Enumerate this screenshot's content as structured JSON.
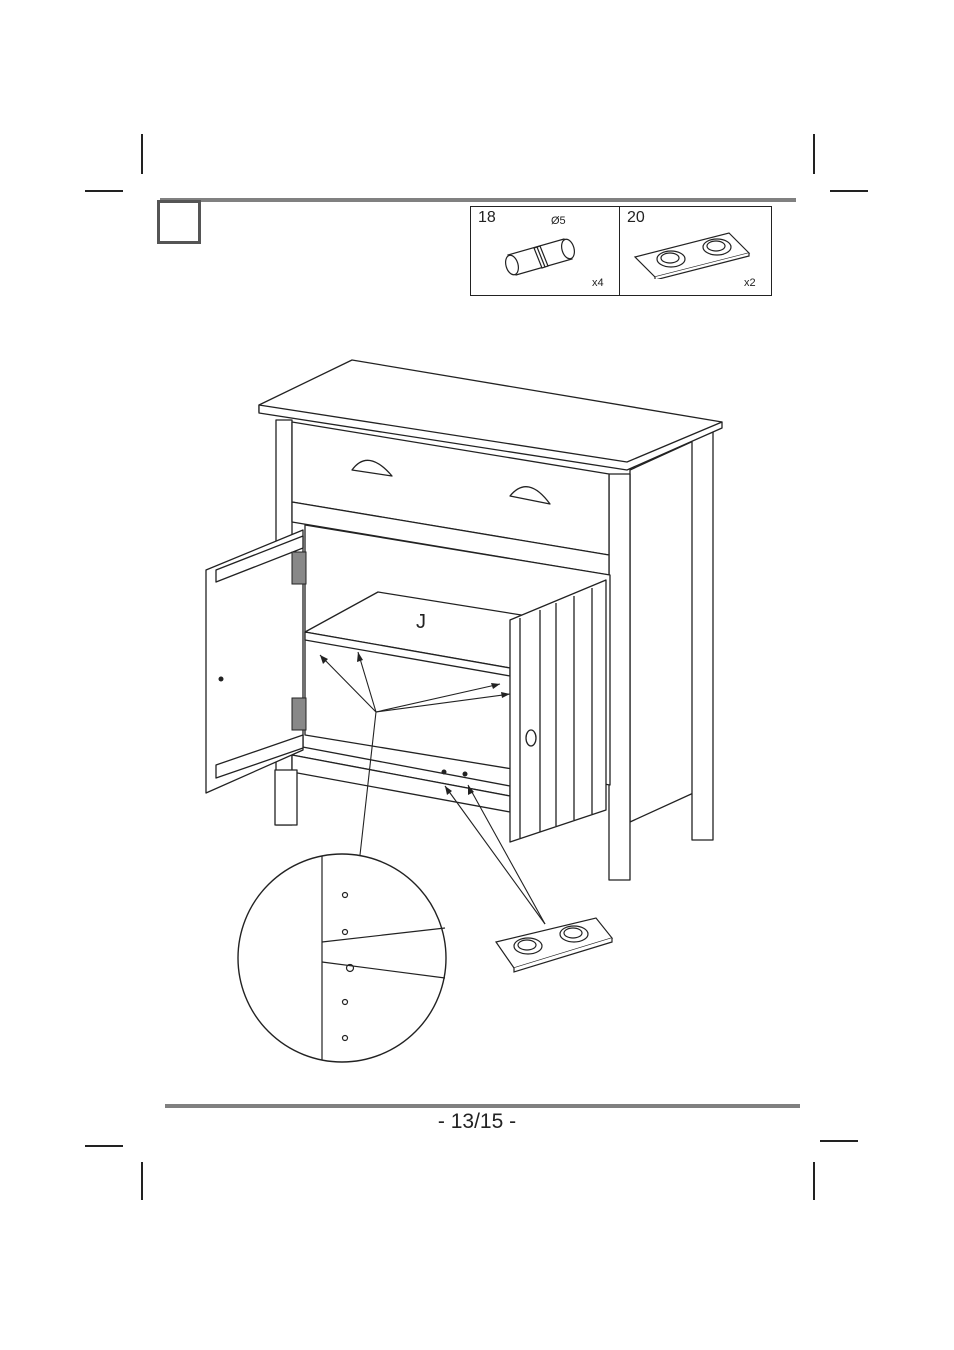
{
  "parts": [
    {
      "number": "18",
      "diameter": "Ø5",
      "qty": "x4",
      "icon": "dowel-icon"
    },
    {
      "number": "20",
      "qty": "x2",
      "icon": "shelf-support-plate-icon"
    }
  ],
  "panel_label": "J",
  "page_number": "- 13/15 -",
  "colors": {
    "line": "#222222",
    "rule": "#808080"
  }
}
